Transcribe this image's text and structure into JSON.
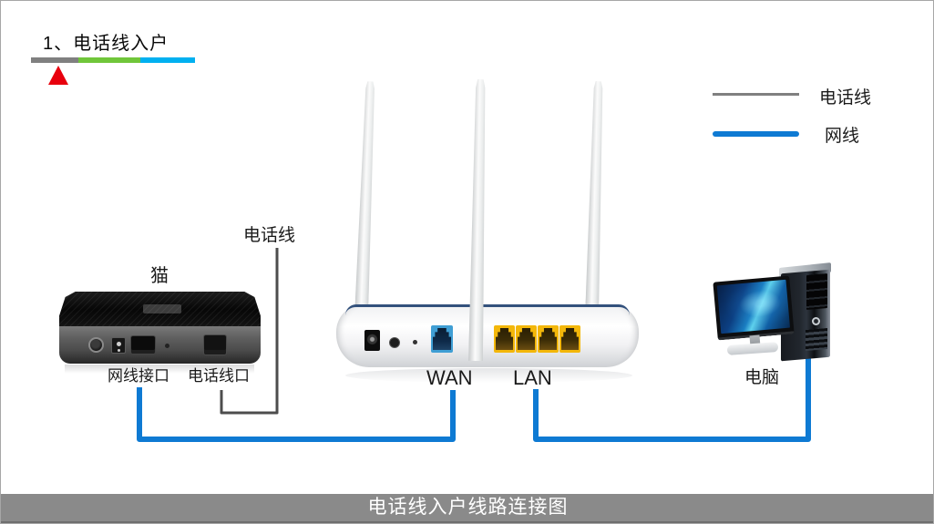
{
  "labels": {
    "step_title": "1、电话线入户",
    "caption": "电话线入户线路连接图",
    "phone_line_annotation": "电话线"
  },
  "legend": {
    "phone_line_label": "电话线",
    "network_cable_label": "网线"
  },
  "modem": {
    "name": "猫",
    "network_port_label": "网线接口",
    "phone_port_label": "电话线口"
  },
  "router": {
    "wan_label": "WAN",
    "lan_label": "LAN"
  },
  "computer": {
    "name": "电脑"
  },
  "progress": {
    "segment_colors": [
      "#808080",
      "#70c63a",
      "#00b0f0"
    ],
    "marker_color": "#e8000d"
  },
  "colors": {
    "network_cable_blue": "#0e7ad3",
    "phone_line_gray": "#4d4d4d",
    "legend_phone_gray": "#808080",
    "wan_port_blue": "#3f9ed4",
    "lan_port_yellow": "#f3b70a",
    "caption_bar_gray": "#8a8a8a"
  }
}
